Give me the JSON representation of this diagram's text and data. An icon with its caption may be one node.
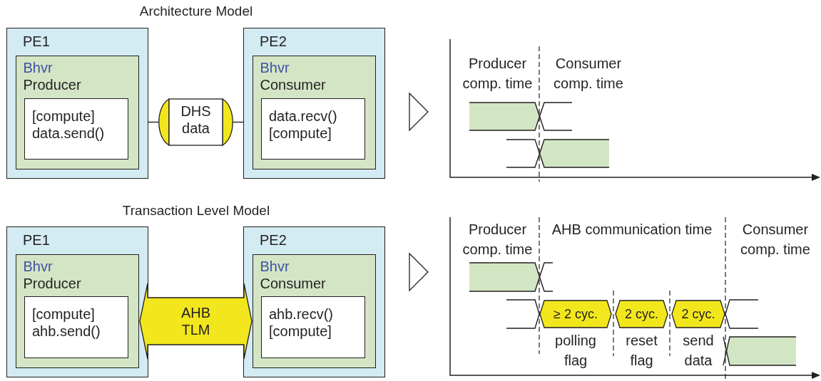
{
  "diagram": {
    "nodes": [
      {
        "text": [
          "PE1"
        ]
      },
      {
        "text": [
          "Bhvr",
          "Producer"
        ],
        "in": 0
      },
      {
        "text": [
          "[compute] data.send()"
        ],
        "in": 1
      },
      {
        "text": [
          "DHS data"
        ]
      },
      {
        "text": [
          "PE2"
        ]
      },
      {
        "text": [
          "Bhvr",
          "Consumer"
        ],
        "in": 4
      },
      {
        "text": [
          "data.recv() [compute]"
        ],
        "in": 5
      },
      {
        "text": [
          "PE1"
        ]
      },
      {
        "text": [
          "Bhvr",
          "Producer"
        ],
        "in": 7
      },
      {
        "text": [
          "[compute] ahb.send()"
        ],
        "in": 8
      },
      {
        "text": [
          "AHB TLM"
        ]
      },
      {
        "text": [
          "PE2"
        ]
      },
      {
        "text": [
          "Bhvr",
          "Consumer"
        ],
        "in": 11
      },
      {
        "text": [
          "ahb.recv() [compute]"
        ],
        "in": 12
      },
      {
        "text": [
          "≥ 2 cyc."
        ],
        "beside": [
          "polling flag"
        ]
      },
      {
        "text": [
          "2 cyc."
        ],
        "beside": [
          "reset flag"
        ]
      },
      {
        "text": [
          "2 cyc."
        ],
        "beside": [
          "send data"
        ]
      }
    ],
    "edges": [
      {
        "from": 1,
        "to": 3,
        "arrow": "none"
      },
      {
        "from": 3,
        "to": 5,
        "arrow": "none"
      }
    ],
    "labels": [
      "Architecture Model",
      "Producer comp. time",
      "Consumer comp. time",
      "Transaction Level Model",
      "Producer comp. time",
      "AHB communication time",
      "Consumer comp. time"
    ]
  }
}
